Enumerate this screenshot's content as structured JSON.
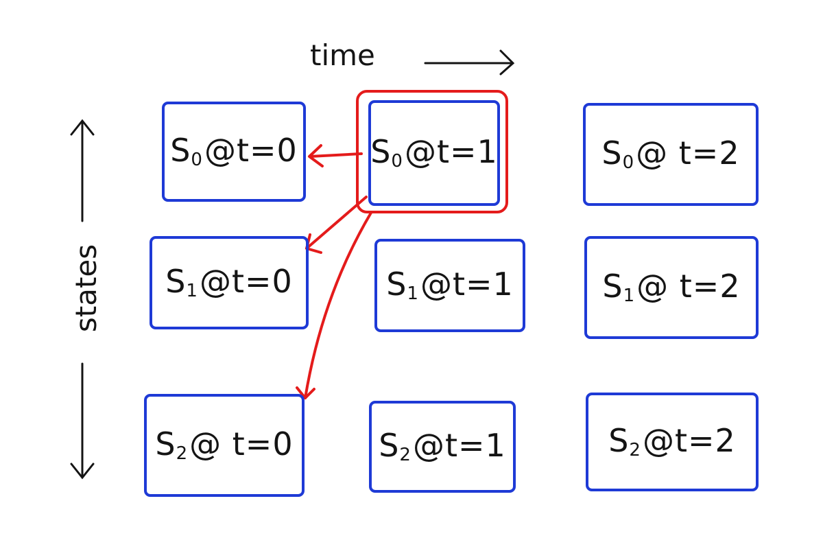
{
  "axes": {
    "time_label": "time",
    "states_label": "states"
  },
  "colors": {
    "box_border": "#1e3ad6",
    "highlight": "#e41b1b",
    "ink": "#141414"
  },
  "grid": {
    "rows": [
      {
        "state": "S",
        "index": "0",
        "cells": [
          {
            "state": "S",
            "sub": "0",
            "rest": "@t=0"
          },
          {
            "state": "S",
            "sub": "0",
            "rest": "@t=1"
          },
          {
            "state": "S",
            "sub": "0",
            "rest": "@ t=2"
          }
        ]
      },
      {
        "state": "S",
        "index": "1",
        "cells": [
          {
            "state": "S",
            "sub": "1",
            "rest": "@t=0"
          },
          {
            "state": "S",
            "sub": "1",
            "rest": "@t=1"
          },
          {
            "state": "S",
            "sub": "1",
            "rest": "@ t=2"
          }
        ]
      },
      {
        "state": "S",
        "index": "2",
        "cells": [
          {
            "state": "S",
            "sub": "2",
            "rest": "@ t=0"
          },
          {
            "state": "S",
            "sub": "2",
            "rest": "@t=1"
          },
          {
            "state": "S",
            "sub": "2",
            "rest": "@t=2"
          }
        ]
      }
    ]
  },
  "highlighted_cell": {
    "row": 0,
    "col": 1
  },
  "transitions": [
    {
      "from": {
        "row": 0,
        "col": 1
      },
      "to": {
        "row": 0,
        "col": 0
      }
    },
    {
      "from": {
        "row": 0,
        "col": 1
      },
      "to": {
        "row": 1,
        "col": 0
      }
    },
    {
      "from": {
        "row": 0,
        "col": 1
      },
      "to": {
        "row": 2,
        "col": 0
      }
    }
  ]
}
